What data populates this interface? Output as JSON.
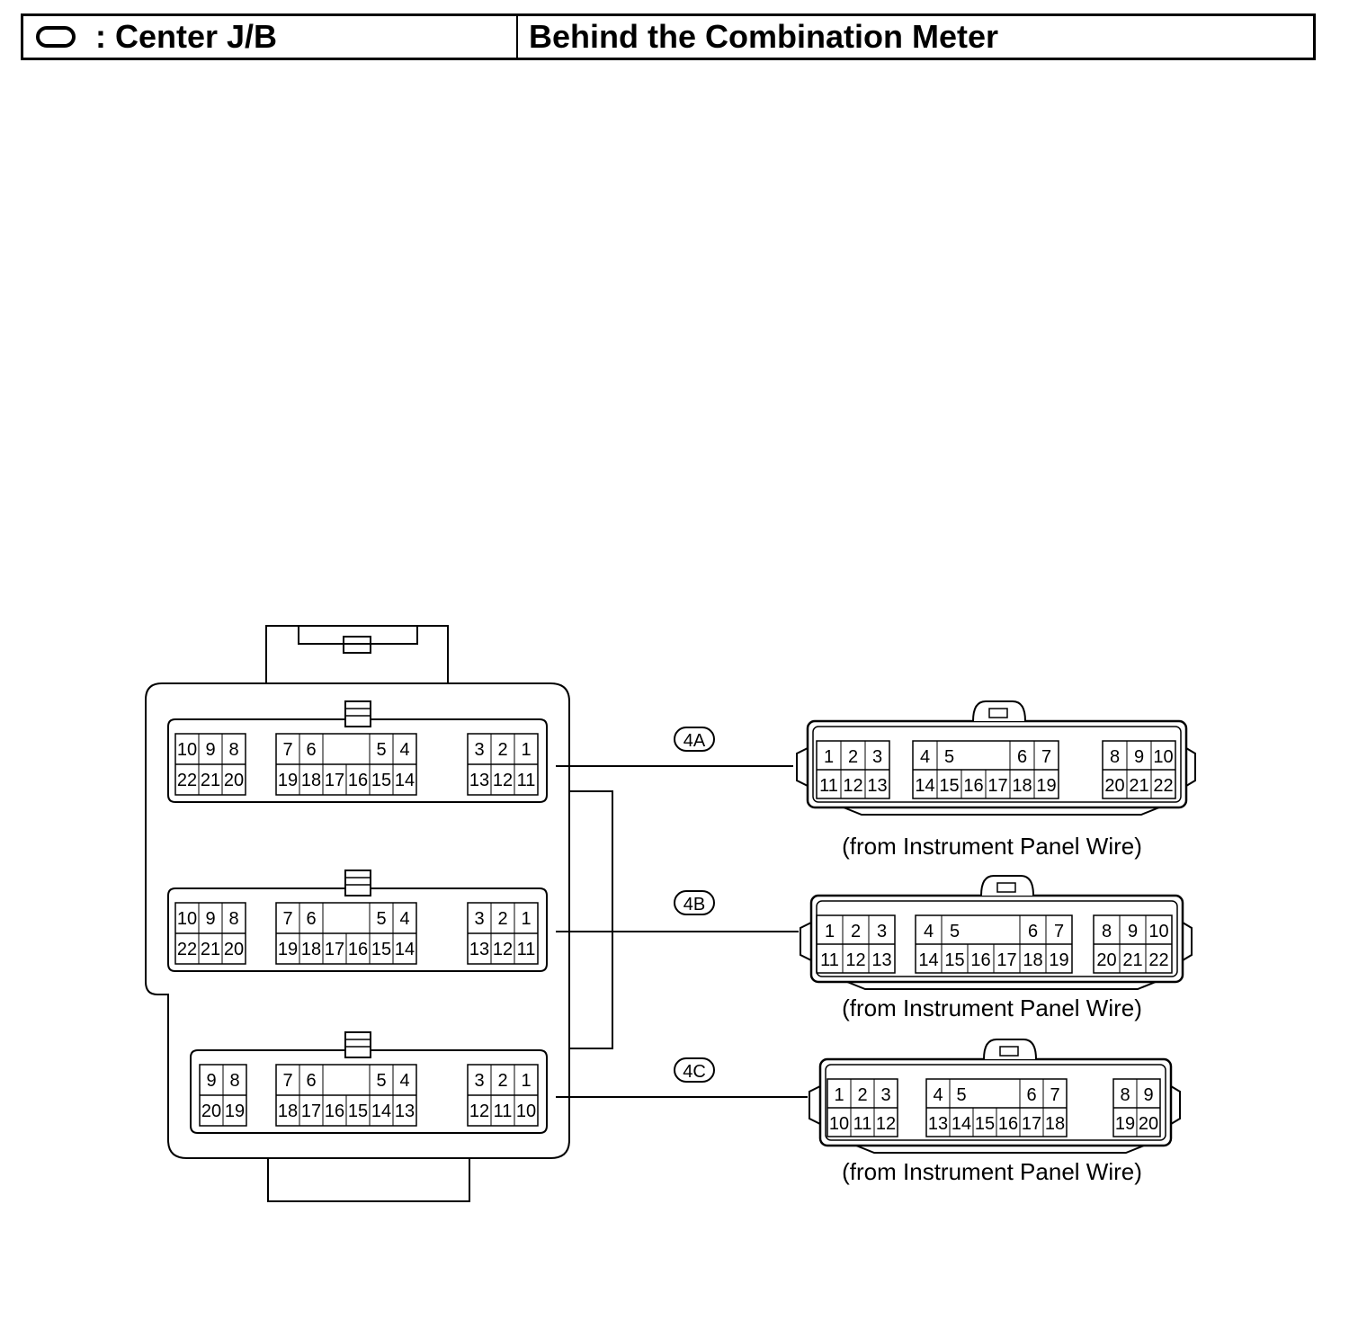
{
  "header": {
    "legend_icon": "oval-icon",
    "title_label": ": Center J/B",
    "location": "Behind the Combination Meter"
  },
  "junction_block": {
    "connectors": [
      {
        "id": "4A",
        "jb_rows": [
          [
            [
              "10",
              "9",
              "8"
            ],
            [
              "7",
              "6",
              "5",
              "4"
            ],
            [
              "3",
              "2",
              "1"
            ]
          ],
          [
            [
              "22",
              "21",
              "20"
            ],
            [
              "19",
              "18",
              "17",
              "16",
              "15",
              "14"
            ],
            [
              "13",
              "12",
              "11"
            ]
          ]
        ]
      },
      {
        "id": "4B",
        "jb_rows": [
          [
            [
              "10",
              "9",
              "8"
            ],
            [
              "7",
              "6",
              "5",
              "4"
            ],
            [
              "3",
              "2",
              "1"
            ]
          ],
          [
            [
              "22",
              "21",
              "20"
            ],
            [
              "19",
              "18",
              "17",
              "16",
              "15",
              "14"
            ],
            [
              "13",
              "12",
              "11"
            ]
          ]
        ]
      },
      {
        "id": "4C",
        "jb_rows": [
          [
            [
              "9",
              "8"
            ],
            [
              "7",
              "6",
              "5",
              "4"
            ],
            [
              "3",
              "2",
              "1"
            ]
          ],
          [
            [
              "20",
              "19"
            ],
            [
              "18",
              "17",
              "16",
              "15",
              "14",
              "13"
            ],
            [
              "12",
              "11",
              "10"
            ]
          ]
        ]
      }
    ]
  },
  "mating_connectors": [
    {
      "id": "4A",
      "caption": "(from Instrument Panel Wire)",
      "rows": [
        [
          [
            "1",
            "2",
            "3"
          ],
          [
            "4",
            "5",
            "6",
            "7"
          ],
          [
            "8",
            "9",
            "10"
          ]
        ],
        [
          [
            "11",
            "12",
            "13"
          ],
          [
            "14",
            "15",
            "16",
            "17",
            "18",
            "19"
          ],
          [
            "20",
            "21",
            "22"
          ]
        ]
      ]
    },
    {
      "id": "4B",
      "caption": "(from Instrument Panel Wire)",
      "rows": [
        [
          [
            "1",
            "2",
            "3"
          ],
          [
            "4",
            "5",
            "6",
            "7"
          ],
          [
            "8",
            "9",
            "10"
          ]
        ],
        [
          [
            "11",
            "12",
            "13"
          ],
          [
            "14",
            "15",
            "16",
            "17",
            "18",
            "19"
          ],
          [
            "20",
            "21",
            "22"
          ]
        ]
      ]
    },
    {
      "id": "4C",
      "caption": "(from Instrument Panel Wire)",
      "rows": [
        [
          [
            "1",
            "2",
            "3"
          ],
          [
            "4",
            "5",
            "6",
            "7"
          ],
          [
            "8",
            "9"
          ]
        ],
        [
          [
            "10",
            "11",
            "12"
          ],
          [
            "13",
            "14",
            "15",
            "16",
            "17",
            "18"
          ],
          [
            "19",
            "20"
          ]
        ]
      ]
    }
  ]
}
